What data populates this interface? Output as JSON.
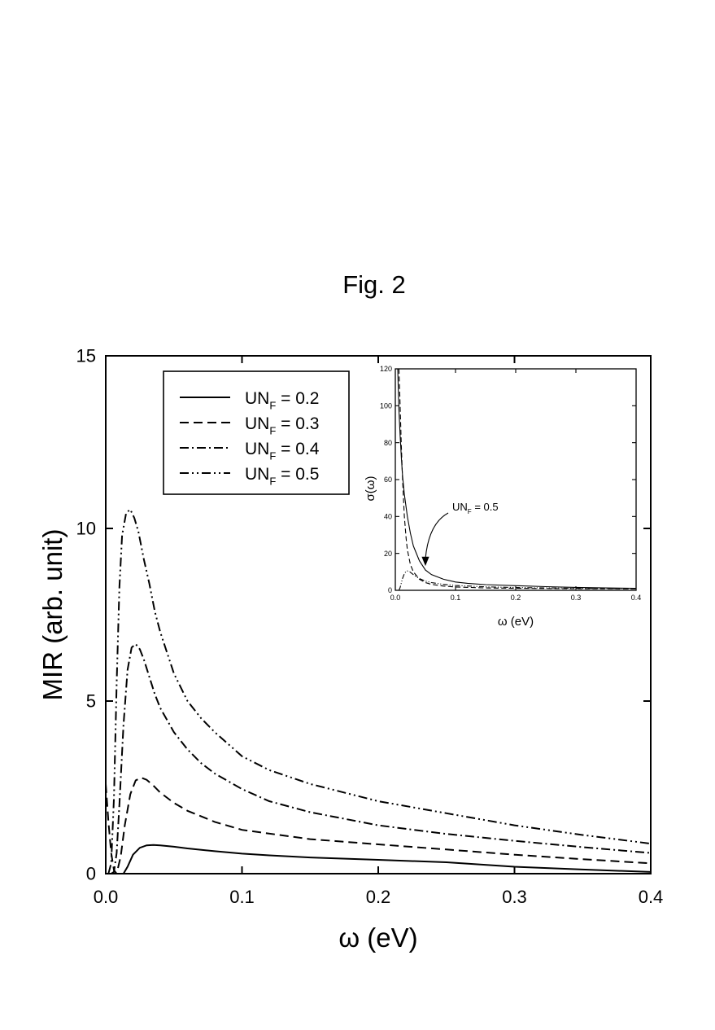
{
  "figure_label": "Fig. 2",
  "chart_data": [
    {
      "type": "line",
      "xlabel": "ω (eV)",
      "ylabel": "MIR (arb. unit)",
      "xlim": [
        0.0,
        0.4
      ],
      "ylim": [
        0,
        15
      ],
      "xticks": [
        "0.0",
        "0.1",
        "0.2",
        "0.3",
        "0.4"
      ],
      "yticks": [
        "0",
        "5",
        "10",
        "15"
      ],
      "grid": false,
      "legend_position": "top-left",
      "series": [
        {
          "name_prefix": "UN",
          "name_sub": "F",
          "name_suffix": " = 0.2",
          "dash": "solid",
          "x": [
            0.0,
            0.005,
            0.01,
            0.013,
            0.016,
            0.02,
            0.025,
            0.03,
            0.035,
            0.04,
            0.05,
            0.06,
            0.08,
            0.1,
            0.12,
            0.15,
            0.2,
            0.25,
            0.3,
            0.35,
            0.4
          ],
          "y": [
            0.0,
            0.0,
            0.0,
            0.0,
            0.2,
            0.55,
            0.75,
            0.82,
            0.83,
            0.82,
            0.78,
            0.73,
            0.65,
            0.58,
            0.53,
            0.47,
            0.4,
            0.33,
            0.2,
            0.12,
            0.05
          ]
        },
        {
          "name_prefix": "UN",
          "name_sub": "F",
          "name_suffix": " = 0.3",
          "dash": "dashed",
          "x": [
            0.0,
            0.002,
            0.004,
            0.006,
            0.008,
            0.011,
            0.014,
            0.018,
            0.022,
            0.026,
            0.03,
            0.035,
            0.04,
            0.05,
            0.06,
            0.08,
            0.1,
            0.15,
            0.2,
            0.25,
            0.3,
            0.35,
            0.4
          ],
          "y": [
            2.6,
            1.5,
            0.6,
            0.1,
            0.0,
            0.5,
            1.4,
            2.3,
            2.7,
            2.78,
            2.72,
            2.55,
            2.35,
            2.05,
            1.82,
            1.5,
            1.27,
            1.0,
            0.85,
            0.7,
            0.55,
            0.42,
            0.3
          ]
        },
        {
          "name_prefix": "UN",
          "name_sub": "F",
          "name_suffix": " = 0.4",
          "dash": "dashdot",
          "x": [
            0.004,
            0.006,
            0.008,
            0.01,
            0.013,
            0.016,
            0.019,
            0.022,
            0.025,
            0.028,
            0.032,
            0.036,
            0.04,
            0.05,
            0.06,
            0.07,
            0.08,
            0.1,
            0.12,
            0.15,
            0.2,
            0.25,
            0.3,
            0.35,
            0.4
          ],
          "y": [
            0.0,
            0.05,
            0.6,
            2.0,
            4.3,
            5.9,
            6.55,
            6.65,
            6.5,
            6.2,
            5.7,
            5.2,
            4.8,
            4.1,
            3.6,
            3.2,
            2.9,
            2.45,
            2.1,
            1.78,
            1.4,
            1.15,
            0.95,
            0.77,
            0.6
          ]
        },
        {
          "name_prefix": "UN",
          "name_sub": "F",
          "name_suffix": " = 0.5",
          "dash": "dashdotdot",
          "x": [
            0.002,
            0.004,
            0.006,
            0.008,
            0.01,
            0.012,
            0.015,
            0.018,
            0.021,
            0.024,
            0.028,
            0.032,
            0.036,
            0.04,
            0.05,
            0.06,
            0.07,
            0.08,
            0.1,
            0.12,
            0.15,
            0.2,
            0.25,
            0.3,
            0.35,
            0.4
          ],
          "y": [
            0.0,
            0.3,
            2.2,
            5.5,
            8.3,
            9.8,
            10.45,
            10.55,
            10.3,
            9.9,
            9.1,
            8.4,
            7.6,
            7.0,
            5.8,
            5.0,
            4.5,
            4.1,
            3.4,
            3.0,
            2.6,
            2.1,
            1.75,
            1.4,
            1.12,
            0.87
          ]
        }
      ]
    },
    {
      "type": "line",
      "xlabel": "ω (eV)",
      "ylabel": "σ(ω)",
      "xlim": [
        0.0,
        0.4
      ],
      "ylim": [
        0,
        120
      ],
      "xticks": [
        "0.0",
        "0.1",
        "0.2",
        "0.3",
        "0.4"
      ],
      "yticks": [
        "0",
        "20",
        "40",
        "60",
        "80",
        "100",
        "120"
      ],
      "annotation_prefix": "UN",
      "annotation_sub": "F",
      "annotation_suffix": " = 0.5",
      "annotation_arrow_to": [
        0.05,
        11
      ],
      "series": [
        {
          "dash": "solid",
          "x": [
            0.004,
            0.005,
            0.006,
            0.008,
            0.01,
            0.012,
            0.015,
            0.02,
            0.025,
            0.03,
            0.04,
            0.05,
            0.06,
            0.08,
            0.1,
            0.12,
            0.15,
            0.2,
            0.25,
            0.3,
            0.35,
            0.4
          ],
          "y": [
            120,
            108,
            98,
            84,
            72,
            62,
            52,
            40,
            31,
            24,
            16,
            11,
            8.5,
            6,
            4.5,
            3.8,
            3.1,
            2.5,
            2,
            1.6,
            1.3,
            1.1
          ]
        },
        {
          "dash": "dashed",
          "x": [
            0.006,
            0.007,
            0.008,
            0.01,
            0.012,
            0.015,
            0.018,
            0.02,
            0.025,
            0.03,
            0.04,
            0.05,
            0.06,
            0.08,
            0.1,
            0.15,
            0.2,
            0.3,
            0.4
          ],
          "y": [
            120,
            110,
            100,
            78,
            60,
            40,
            28,
            22,
            14,
            10,
            6,
            4.2,
            3.2,
            2.3,
            1.8,
            1.3,
            1.1,
            0.9,
            0.8
          ]
        },
        {
          "dash": "dashdotdot",
          "x": [
            0.006,
            0.008,
            0.01,
            0.012,
            0.015,
            0.018,
            0.02,
            0.024,
            0.028,
            0.032,
            0.04,
            0.05,
            0.06,
            0.08,
            0.1,
            0.15,
            0.2,
            0.3,
            0.4
          ],
          "y": [
            0,
            1.5,
            4,
            6.5,
            9,
            10.3,
            10.5,
            10,
            9,
            8,
            6.4,
            5,
            4.2,
            3.2,
            2.6,
            1.9,
            1.5,
            1.1,
            0.9
          ]
        }
      ]
    }
  ]
}
